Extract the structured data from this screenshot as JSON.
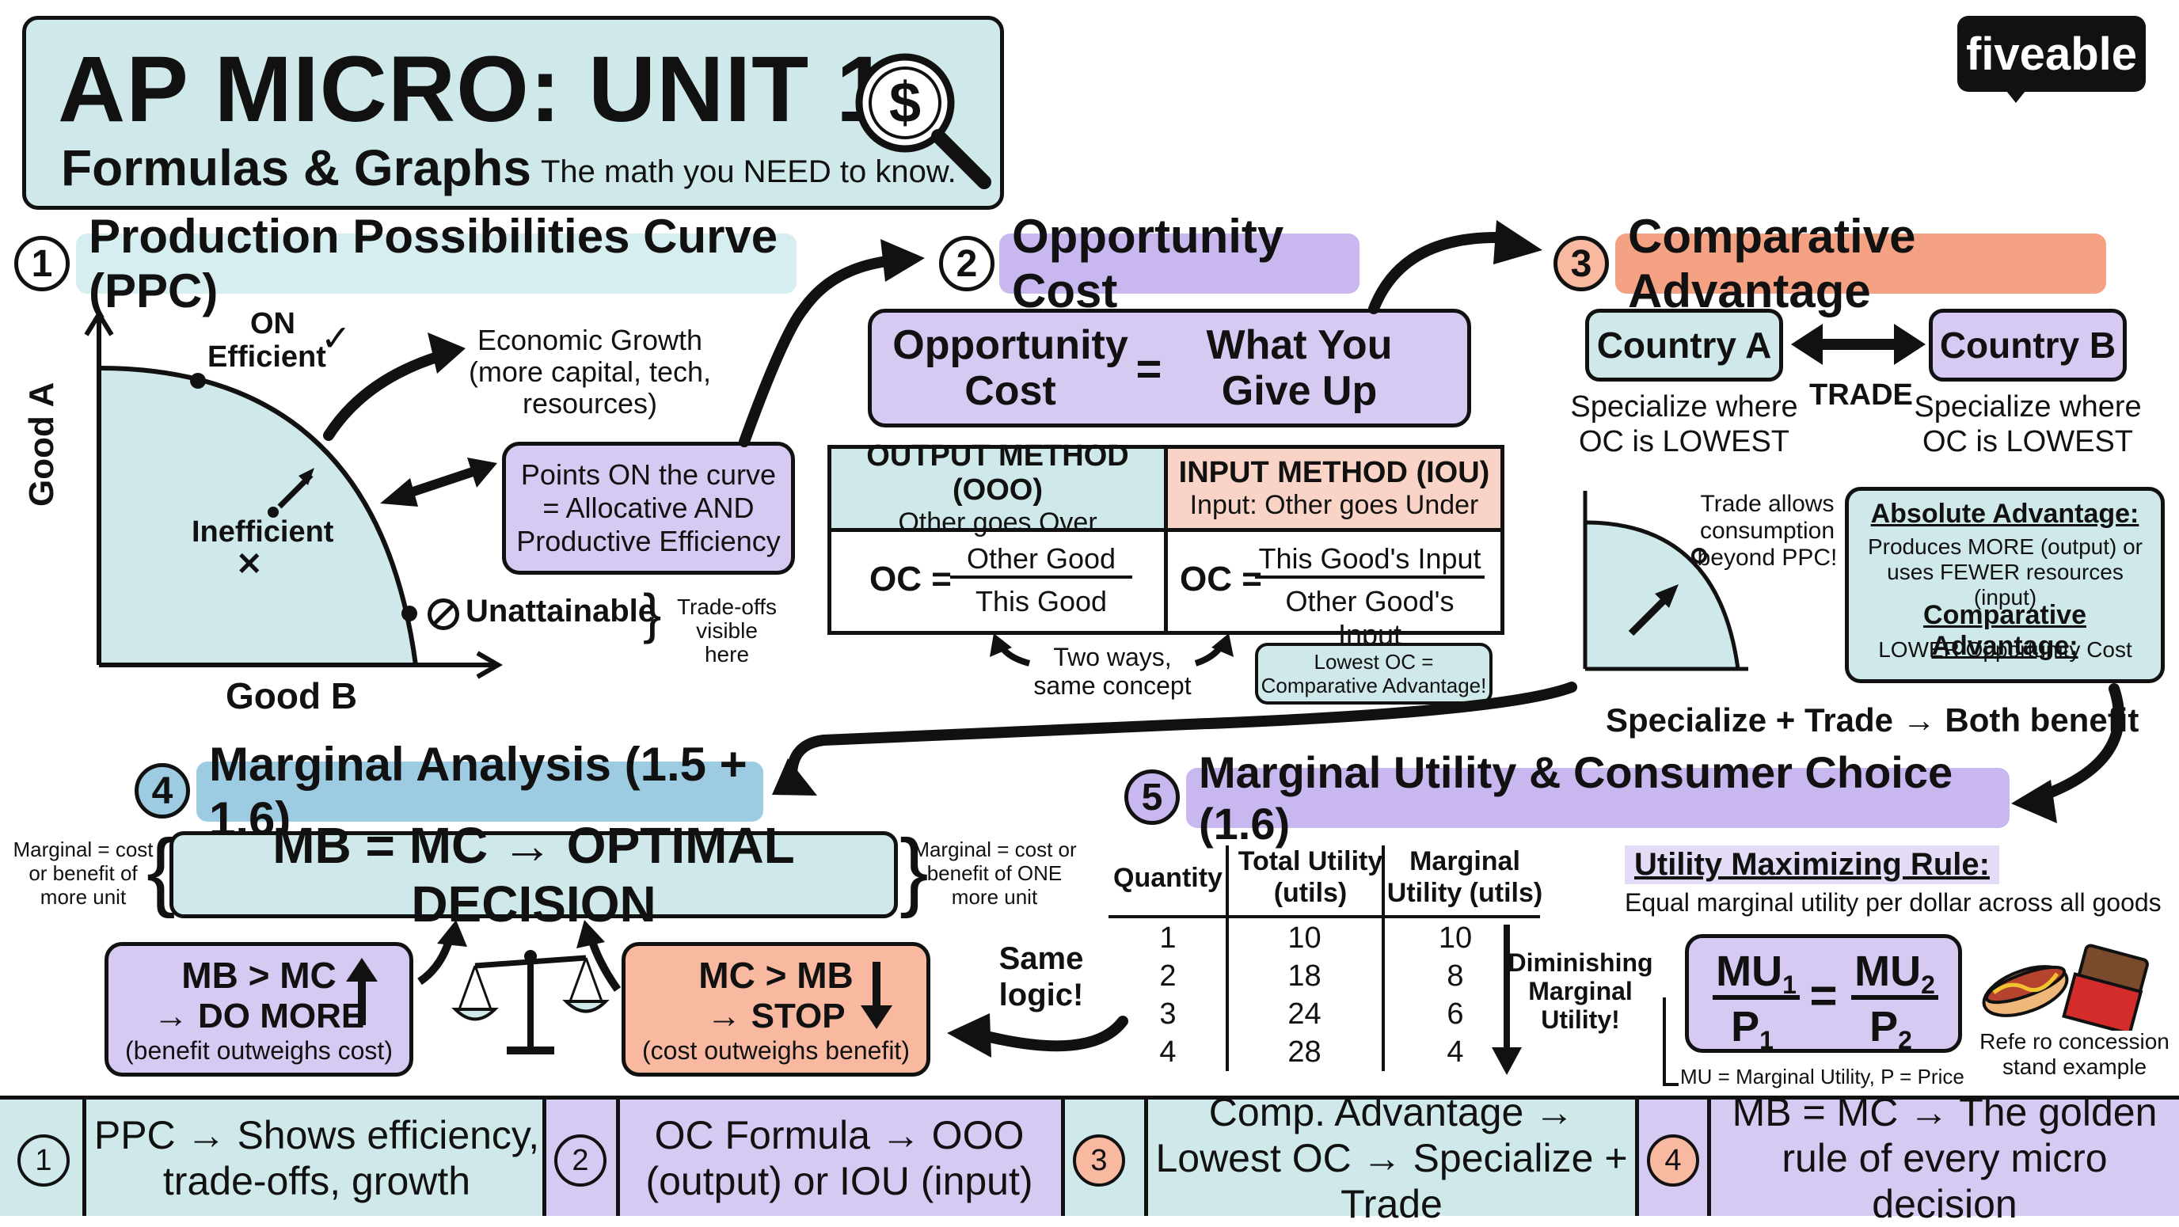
{
  "brand": {
    "logo": "fiveable"
  },
  "title": {
    "main": "AP MICRO: UNIT 1",
    "sub": "Formulas & Graphs",
    "tagline": "The math you NEED to know.",
    "icon": "magnifier-dollar-icon"
  },
  "colors": {
    "teal": "#cfe9ea",
    "purple": "#d6c9f2",
    "salmon": "#f8b9a0",
    "ink": "#111111"
  },
  "sections": {
    "ppc": {
      "num": "1",
      "title": "Production Possibilities Curve (PPC)",
      "axis_y": "Good A",
      "axis_x": "Good B",
      "on_label": "ON",
      "efficient": "Efficient",
      "check": "✓",
      "inefficient": "Inefficient",
      "x_mark": "✕",
      "unattainable": "Unattainable",
      "tradeoffs": "Trade-offs visible here",
      "growth": "Economic Growth (more capital, tech, resources)",
      "points_on_curve": "Points ON the curve = Allocative AND Productive Efficiency"
    },
    "oc": {
      "num": "2",
      "title": "Opportunity Cost",
      "formula_left": "Opportunity Cost",
      "equals": "=",
      "formula_right": "What You Give Up",
      "output_head1": "OUTPUT METHOD (OOO)",
      "output_head2": "Other goes Over",
      "input_head1": "INPUT METHOD (IOU)",
      "input_head2": "Input: Other goes Under",
      "oc_label": "OC =",
      "output_num": "Other Good",
      "output_den": "This Good",
      "input_num": "This Good's Input",
      "input_den": "Other Good's Input",
      "two_ways": "Two ways, same concept",
      "lowest_oc": "Lowest OC = Comparative Advantage!"
    },
    "ca": {
      "num": "3",
      "title": "Comparative Advantage",
      "country_a": "Country A",
      "country_b": "Country B",
      "trade": "TRADE",
      "specialize_a": "Specialize where OC is LOWEST",
      "specialize_b": "Specialize where OC is LOWEST",
      "trade_allows": "Trade allows consumption beyond PPC!",
      "abs_title": "Absolute Advantage:",
      "abs_body": "Produces MORE (output) or uses FEWER resources (input)",
      "comp_title": "Comparative Advantage:",
      "comp_body": "LOWER Opportunity Cost",
      "benefit": "Specialize + Trade → Both benefit"
    },
    "ma": {
      "num": "4",
      "title": "Marginal Analysis (1.5 + 1.6)",
      "left_note": "Marginal = cost or benefit of more unit",
      "right_note": "Marginal = cost or benefit of ONE more unit",
      "rule": "MB = MC → OPTIMAL DECISION",
      "more_title": "MB > MC",
      "more_action": "→ DO MORE",
      "more_sub": "(benefit outweighs cost)",
      "stop_title": "MC > MB",
      "stop_action": "→ STOP",
      "stop_sub": "(cost outweighs benefit)",
      "same_logic": "Same logic!",
      "scale_icon": "balance-scale-icon"
    },
    "mu": {
      "num": "5",
      "title": "Marginal Utility & Consumer Choice (1.6)",
      "col_quantity": "Quantity",
      "col_total": "Total Utility (utils)",
      "col_marginal": "Marginal Utility (utils)",
      "rows": [
        {
          "q": "1",
          "tu": "10",
          "mu": "10"
        },
        {
          "q": "2",
          "tu": "18",
          "mu": "8"
        },
        {
          "q": "3",
          "tu": "24",
          "mu": "6"
        },
        {
          "q": "4",
          "tu": "28",
          "mu": "4"
        }
      ],
      "diminishing": "Diminishing Marginal Utility!",
      "rule_title": "Utility Maximizing Rule:",
      "rule_body": "Equal marginal utility per dollar across all goods",
      "legend": "MU = Marginal Utility, P = Price",
      "example": "Refe ro concession stand example",
      "food_icons": "hotdog-chocolate-icon"
    }
  },
  "summary": [
    {
      "num": "1",
      "text": "PPC → Shows efficiency, trade-offs, growth"
    },
    {
      "num": "2",
      "text": "OC Formula → OOO (output) or IOU (input)"
    },
    {
      "num": "3",
      "text": "Comp. Advantage → Lowest OC → Specialize + Trade"
    },
    {
      "num": "4",
      "text": "MB = MC → The golden rule of every micro decision"
    }
  ]
}
